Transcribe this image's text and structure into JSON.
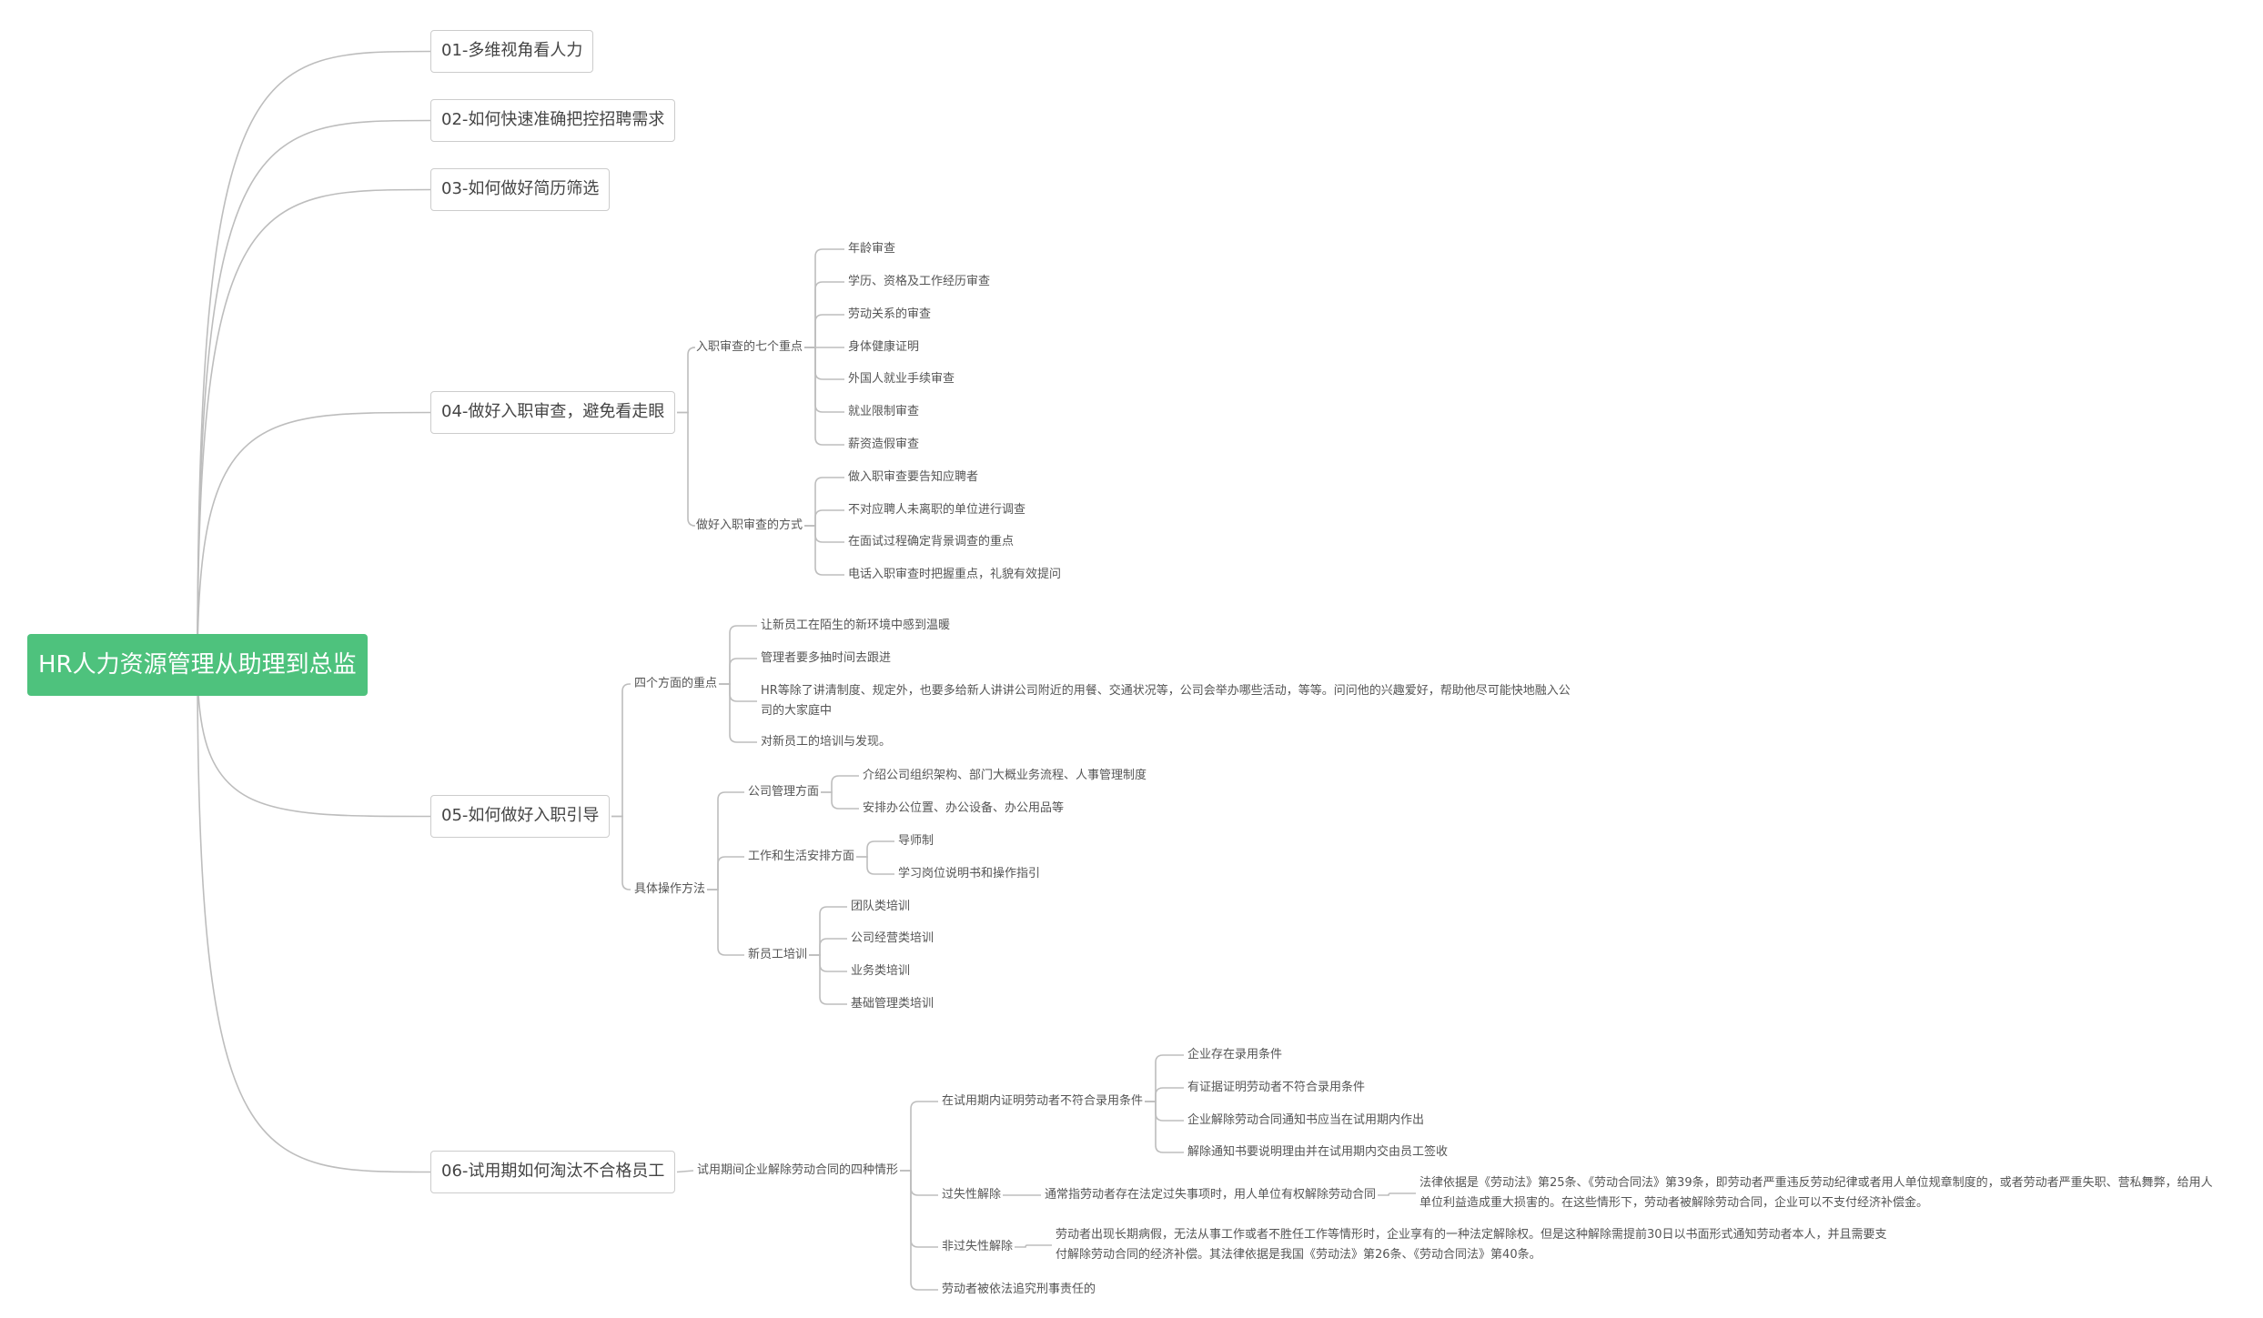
{
  "root": "HR人力资源管理从助理到总监",
  "topics": [
    {
      "id": "t1",
      "label": "01-多维视角看人力"
    },
    {
      "id": "t2",
      "label": "02-如何快速准确把控招聘需求"
    },
    {
      "id": "t3",
      "label": "03-如何做好简历筛选"
    },
    {
      "id": "t4",
      "label": "04-做好入职审查，避免看走眼",
      "children": [
        {
          "id": "t4a",
          "label": "入职审查的七个重点",
          "children": [
            {
              "id": "t4a1",
              "label": "年龄审查"
            },
            {
              "id": "t4a2",
              "label": "学历、资格及工作经历审查"
            },
            {
              "id": "t4a3",
              "label": "劳动关系的审查"
            },
            {
              "id": "t4a4",
              "label": "身体健康证明"
            },
            {
              "id": "t4a5",
              "label": "外国人就业手续审查"
            },
            {
              "id": "t4a6",
              "label": "就业限制审查"
            },
            {
              "id": "t4a7",
              "label": "薪资造假审查"
            }
          ]
        },
        {
          "id": "t4b",
          "label": "做好入职审查的方式",
          "children": [
            {
              "id": "t4b1",
              "label": "做入职审查要告知应聘者"
            },
            {
              "id": "t4b2",
              "label": "不对应聘人未离职的单位进行调查"
            },
            {
              "id": "t4b3",
              "label": "在面试过程确定背景调查的重点"
            },
            {
              "id": "t4b4",
              "label": "电话入职审查时把握重点，礼貌有效提问"
            }
          ]
        }
      ]
    },
    {
      "id": "t5",
      "label": "05-如何做好入职引导",
      "children": [
        {
          "id": "t5a",
          "label": "四个方面的重点",
          "children": [
            {
              "id": "t5a1",
              "label": "让新员工在陌生的新环境中感到温暖"
            },
            {
              "id": "t5a2",
              "label": "管理者要多抽时间去跟进"
            },
            {
              "id": "t5a3",
              "label": "HR等除了讲清制度、规定外，也要多给新人讲讲公司附近的用餐、交通状况等，公司会举办哪些活动，等等。问问他的兴趣爱好，帮助他尽可能快地融入公司的大家庭中"
            },
            {
              "id": "t5a4",
              "label": "对新员工的培训与发现。"
            }
          ]
        },
        {
          "id": "t5b",
          "label": "具体操作方法",
          "children": [
            {
              "id": "t5b1",
              "label": "公司管理方面",
              "children": [
                {
                  "id": "t5b1a",
                  "label": "介绍公司组织架构、部门大概业务流程、人事管理制度"
                },
                {
                  "id": "t5b1b",
                  "label": "安排办公位置、办公设备、办公用品等"
                }
              ]
            },
            {
              "id": "t5b2",
              "label": "工作和生活安排方面",
              "children": [
                {
                  "id": "t5b2a",
                  "label": "导师制"
                },
                {
                  "id": "t5b2b",
                  "label": "学习岗位说明书和操作指引"
                }
              ]
            },
            {
              "id": "t5b3",
              "label": "新员工培训",
              "children": [
                {
                  "id": "t5b3a",
                  "label": "团队类培训"
                },
                {
                  "id": "t5b3b",
                  "label": "公司经营类培训"
                },
                {
                  "id": "t5b3c",
                  "label": "业务类培训"
                },
                {
                  "id": "t5b3d",
                  "label": "基础管理类培训"
                }
              ]
            }
          ]
        }
      ]
    },
    {
      "id": "t6",
      "label": "06-试用期如何淘汰不合格员工",
      "children": [
        {
          "id": "t6a",
          "label": "试用期间企业解除劳动合同的四种情形",
          "children": [
            {
              "id": "t6a1",
              "label": "在试用期内证明劳动者不符合录用条件",
              "children": [
                {
                  "id": "t6a1a",
                  "label": "企业存在录用条件"
                },
                {
                  "id": "t6a1b",
                  "label": "有证据证明劳动者不符合录用条件"
                },
                {
                  "id": "t6a1c",
                  "label": "企业解除劳动合同通知书应当在试用期内作出"
                },
                {
                  "id": "t6a1d",
                  "label": "解除通知书要说明理由并在试用期内交由员工签收"
                }
              ]
            },
            {
              "id": "t6a2",
              "label": "过失性解除",
              "children": [
                {
                  "id": "t6a2a",
                  "label": "通常指劳动者存在法定过失事项时，用人单位有权解除劳动合同",
                  "children": [
                    {
                      "id": "t6a2a1",
                      "label": "法律依据是《劳动法》第25条、《劳动合同法》第39条，即劳动者严重违反劳动纪律或者用人单位规章制度的，或者劳动者严重失职、营私舞弊，给用人单位利益造成重大损害的。在这些情形下，劳动者被解除劳动合同，企业可以不支付经济补偿金。"
                    }
                  ]
                }
              ]
            },
            {
              "id": "t6a3",
              "label": "非过失性解除",
              "children": [
                {
                  "id": "t6a3a",
                  "label": "劳动者出现长期病假，无法从事工作或者不胜任工作等情形时，企业享有的一种法定解除权。但是这种解除需提前30日以书面形式通知劳动者本人，并且需要支付解除劳动合同的经济补偿。其法律依据是我国《劳动法》第26条、《劳动合同法》第40条。"
                }
              ]
            },
            {
              "id": "t6a4",
              "label": "劳动者被依法追究刑事责任的"
            }
          ]
        }
      ]
    }
  ]
}
